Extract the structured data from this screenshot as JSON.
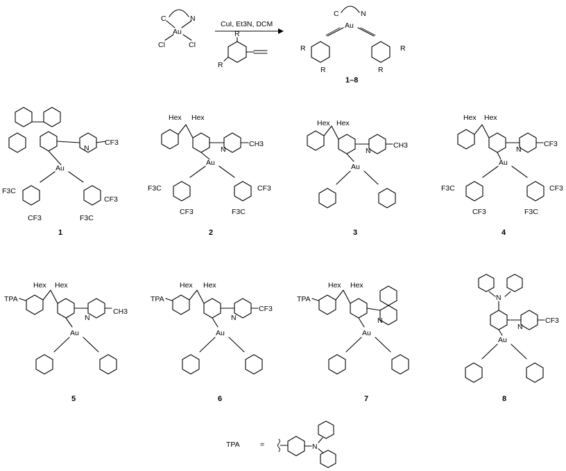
{
  "reaction": {
    "reactant_labels": {
      "c": "C",
      "n": "N",
      "au": "Au",
      "cl1": "Cl",
      "cl2": "Cl"
    },
    "conditions": "CuI, Et3N, DCM",
    "reagent_labels": {
      "r1": "R",
      "r2": "R"
    },
    "product_labels": {
      "c": "C",
      "n": "N",
      "au": "Au",
      "r1": "R",
      "r2": "R",
      "r3": "R",
      "r4": "R"
    },
    "product_range": "1–8"
  },
  "compounds": [
    {
      "number": "1",
      "labels": {
        "cf3_pyr": "CF3",
        "n": "N",
        "au": "Au",
        "cf3_a": "F3C",
        "cf3_b": "CF3",
        "cf3_c": "CF3",
        "cf3_d": "F3C"
      }
    },
    {
      "number": "2",
      "labels": {
        "hex1": "Hex",
        "hex2": "Hex",
        "n": "N",
        "sub": "CH3",
        "au": "Au",
        "cf3_a": "F3C",
        "cf3_b": "CF3",
        "cf3_c": "CF3",
        "cf3_d": "F3C"
      }
    },
    {
      "number": "3",
      "labels": {
        "hex1": "Hex",
        "hex2": "Hex",
        "n": "N",
        "sub": "CH3",
        "au": "Au"
      }
    },
    {
      "number": "4",
      "labels": {
        "hex1": "Hex",
        "hex2": "Hex",
        "n": "N",
        "sub": "CF3",
        "au": "Au",
        "cf3_a": "F3C",
        "cf3_b": "CF3",
        "cf3_c": "CF3",
        "cf3_d": "F3C"
      }
    },
    {
      "number": "5",
      "labels": {
        "tpa": "TPA",
        "hex1": "Hex",
        "hex2": "Hex",
        "n": "N",
        "sub": "CH3",
        "au": "Au"
      }
    },
    {
      "number": "6",
      "labels": {
        "tpa": "TPA",
        "hex1": "Hex",
        "hex2": "Hex",
        "n": "N",
        "sub": "CF3",
        "au": "Au"
      }
    },
    {
      "number": "7",
      "labels": {
        "tpa": "TPA",
        "hex1": "Hex",
        "hex2": "Hex",
        "n": "N",
        "au": "Au"
      }
    },
    {
      "number": "8",
      "labels": {
        "n_amine": "N",
        "n": "N",
        "sub": "CF3",
        "au": "Au"
      }
    }
  ],
  "legend": {
    "tpa": "TPA",
    "equals": "=",
    "n": "N"
  }
}
